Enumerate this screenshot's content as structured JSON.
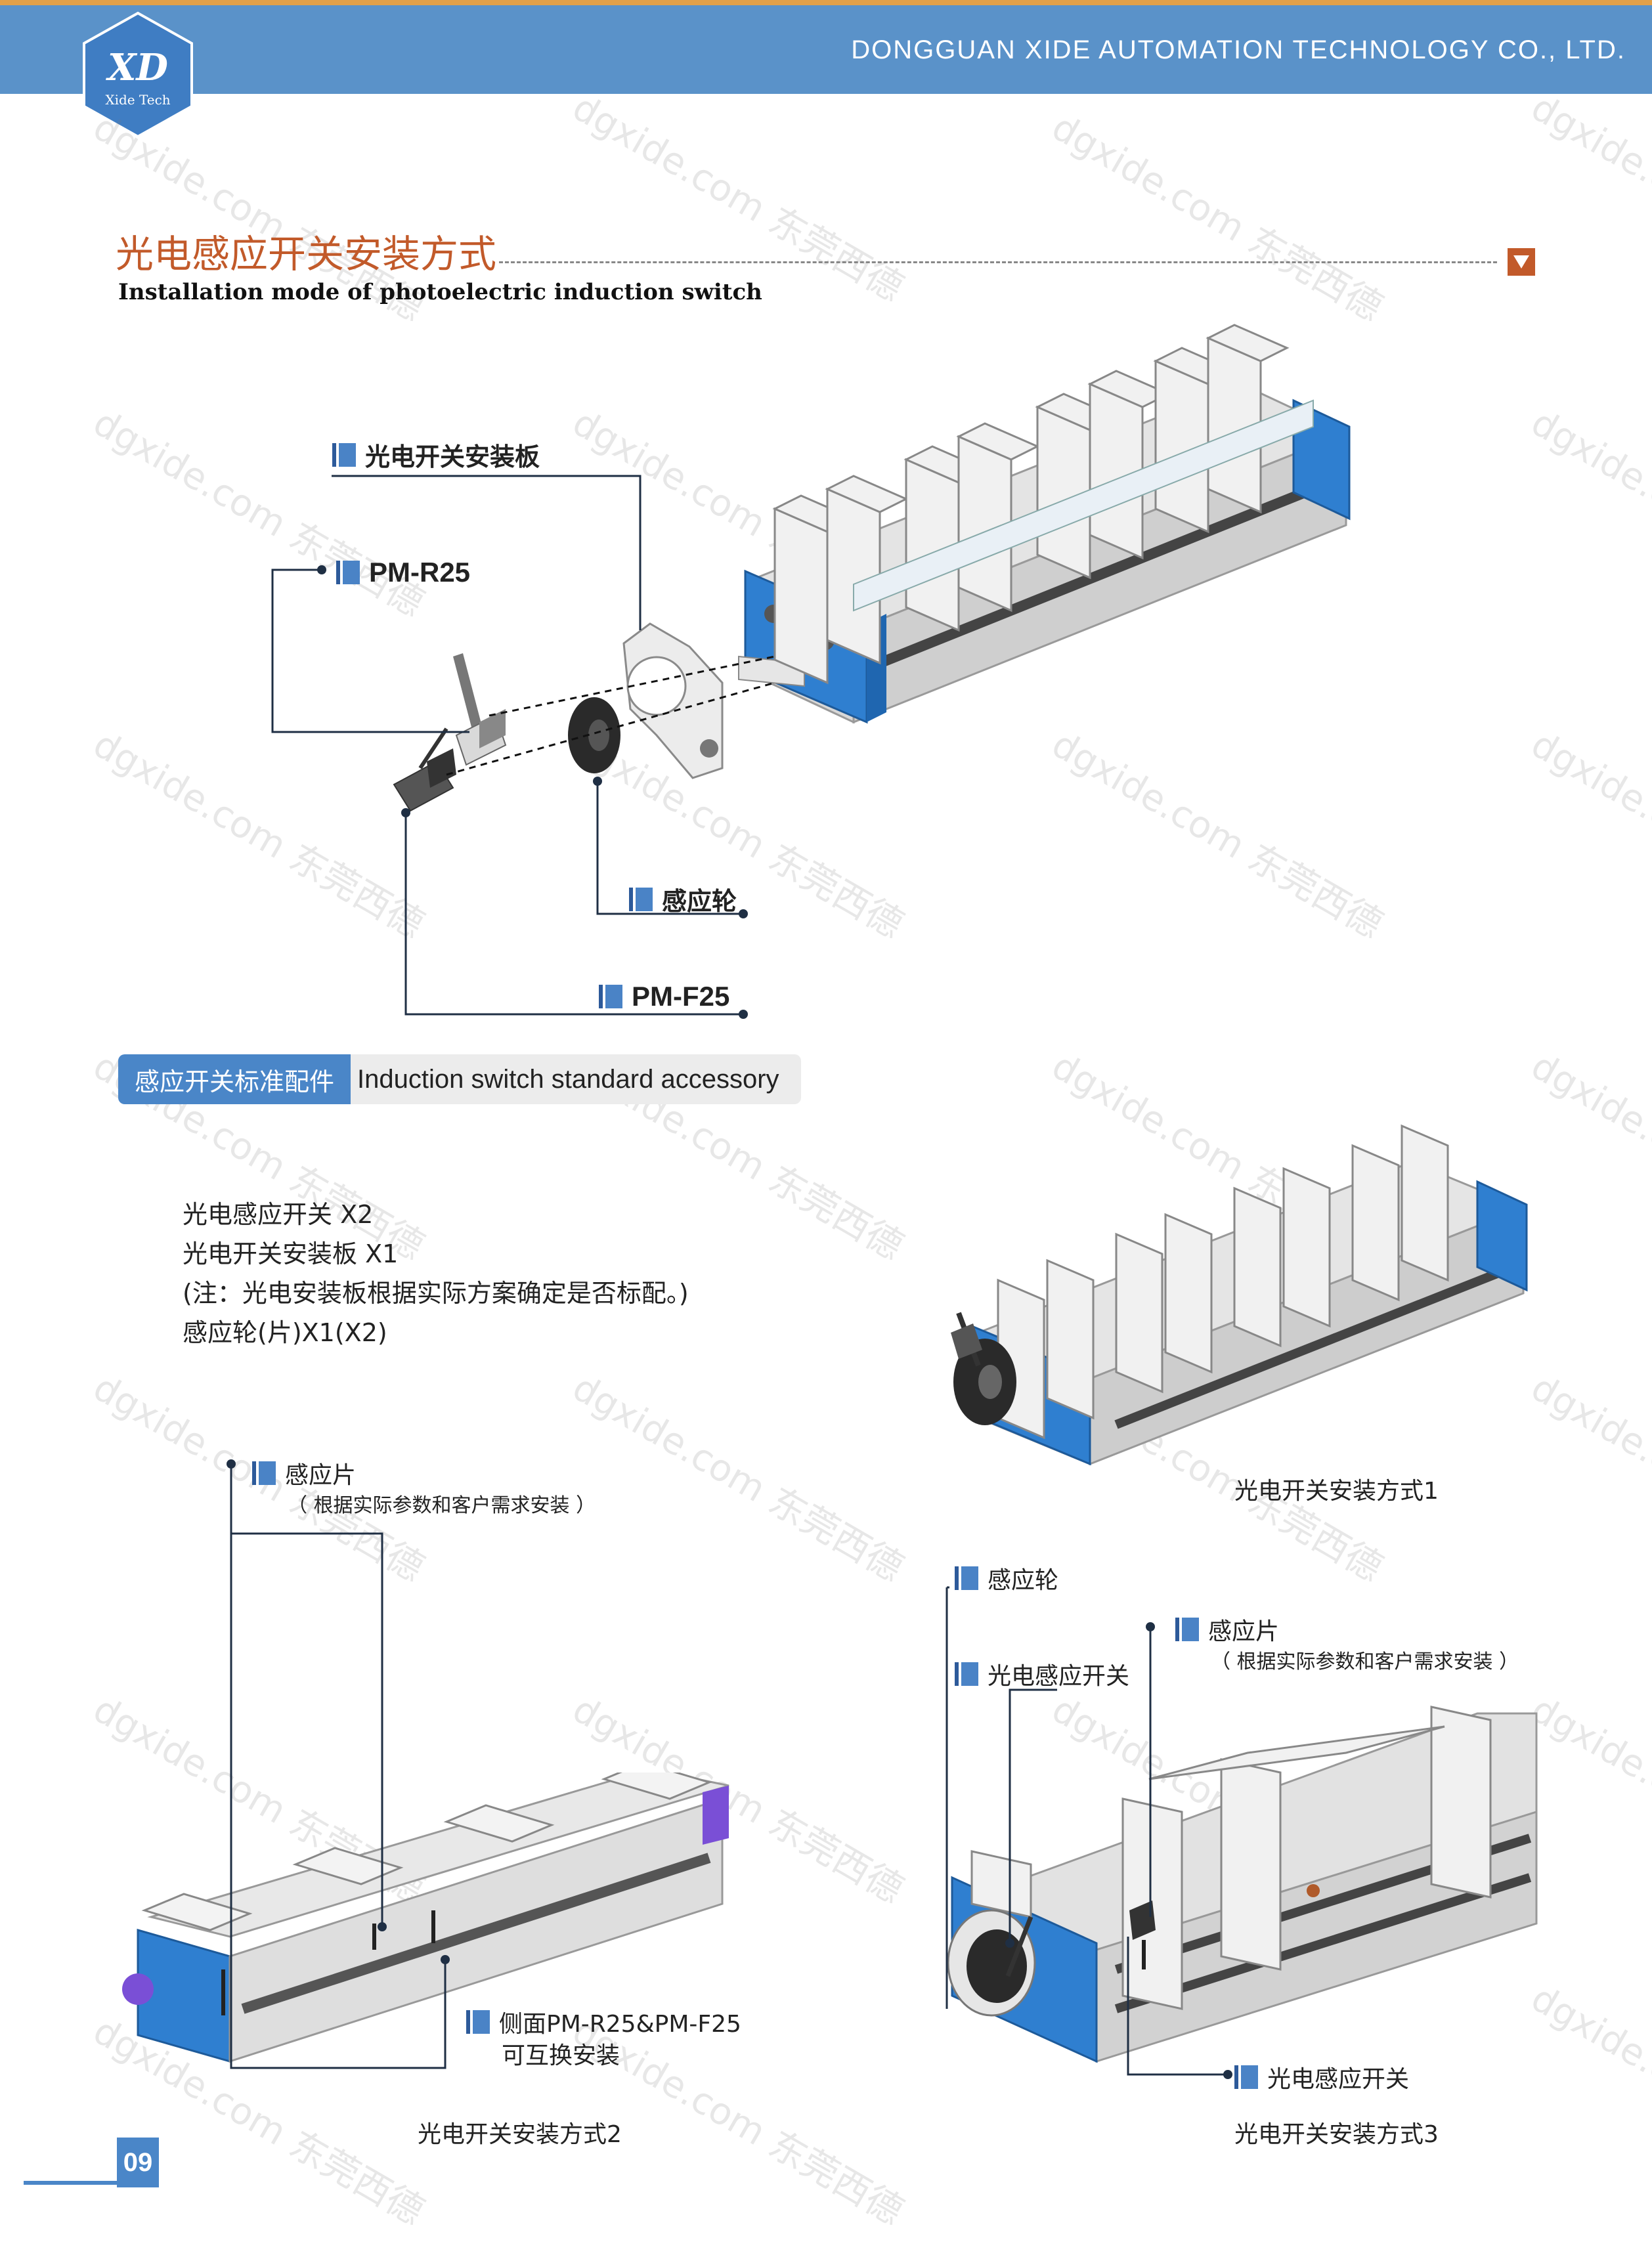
{
  "header": {
    "company": "DONGGUAN XIDE AUTOMATION TECHNOLOGY CO., LTD.",
    "logo_mark": "XD",
    "logo_text": "Xide Tech"
  },
  "watermark": "dgxide.com 东莞西德",
  "section": {
    "title_cn": "光电感应开关安装方式",
    "title_en": "Installation mode of  photoelectric induction switch"
  },
  "exploded_labels": {
    "mount_plate": "光电开关安装板",
    "pm_r25": "PM-R25",
    "sensing_wheel": "感应轮",
    "pm_f25": "PM-F25"
  },
  "accessory_tab": {
    "cn": "感应开关标准配件",
    "en": "Induction switch standard accessory"
  },
  "accessory_list": [
    "光电感应开关 X2",
    "光电开关安装板 X1",
    "(注：光电安装板根据实际方案确定是否标配。)",
    "感应轮(片)X1(X2)"
  ],
  "method1": {
    "caption": "光电开关安装方式1"
  },
  "method2": {
    "label_sensing_piece": "感应片",
    "label_sensing_piece_note": "（ 根据实际参数和客户需求安装 ）",
    "label_side": "侧面PM-R25&PM-F25",
    "label_side_2": "可互换安装",
    "caption": "光电开关安装方式2"
  },
  "method3": {
    "label_sensing_wheel": "感应轮",
    "label_switch_top": "光电感应开关",
    "label_sensing_piece": "感应片",
    "label_sensing_piece_note": "（ 根据实际参数和客户需求安装 ）",
    "label_switch_bottom": "光电感应开关",
    "caption": "光电开关安装方式3"
  },
  "page_number": "09",
  "colors": {
    "header_blue": "#5a92c9",
    "accent_orange": "#c25a2a",
    "tab_blue": "#4a86c8",
    "module_blue": "#2f7fd0"
  }
}
